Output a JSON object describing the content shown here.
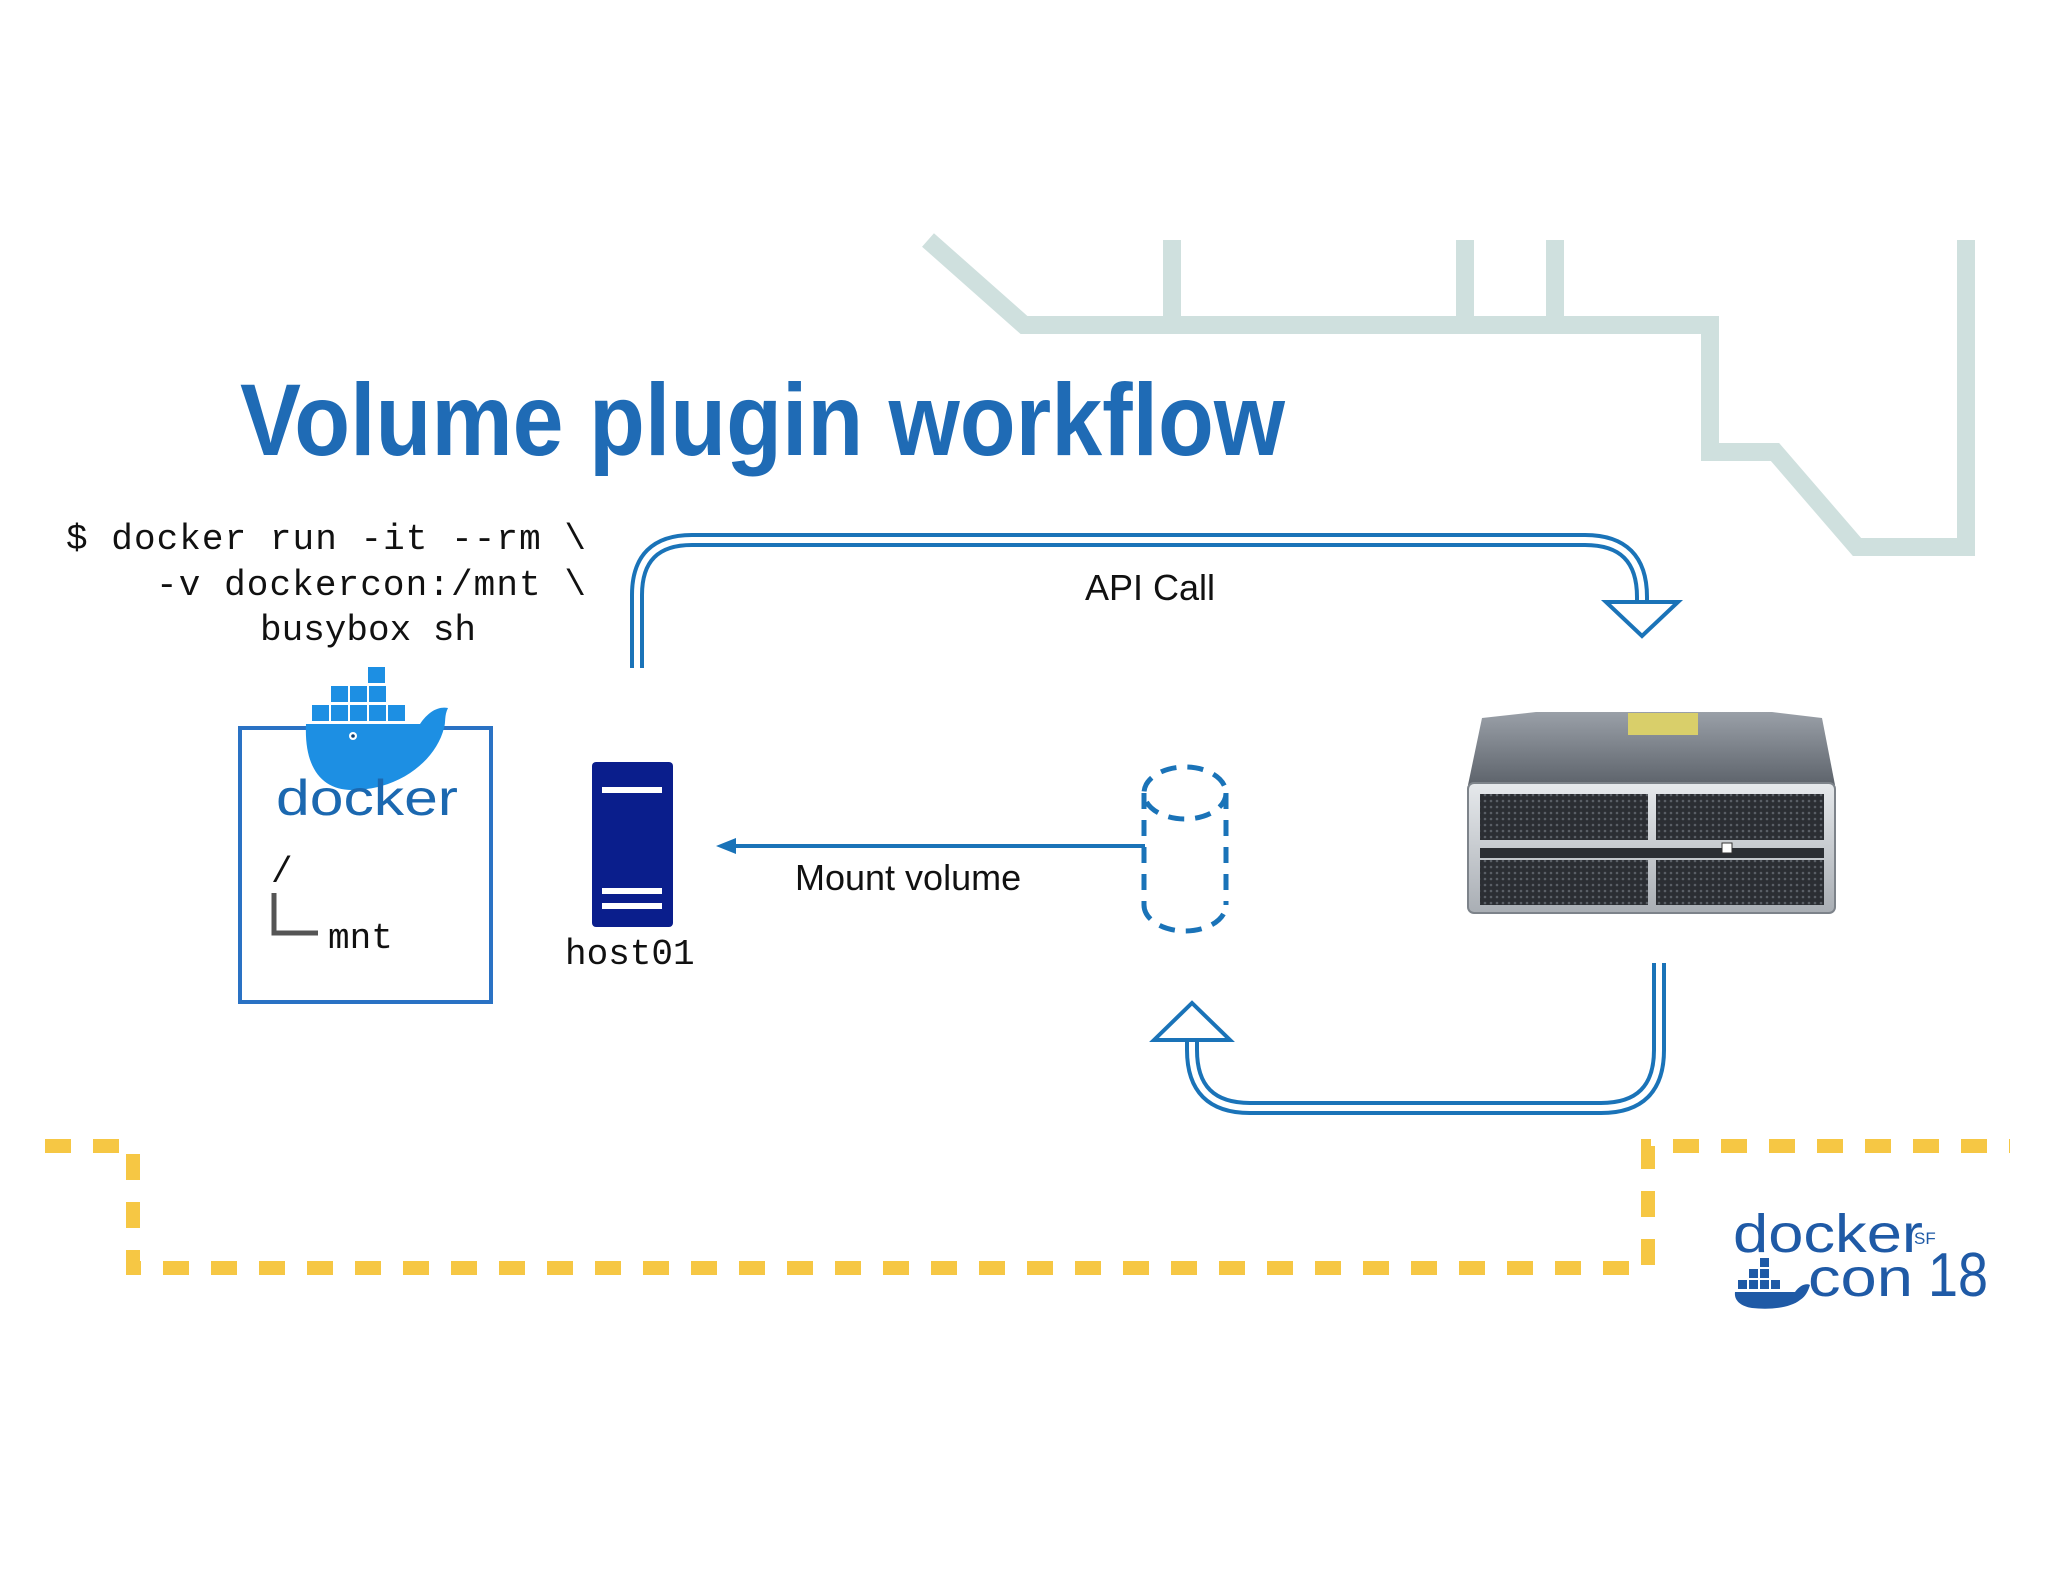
{
  "slide": {
    "title": "Volume plugin workflow",
    "command_lines": [
      "$ docker run -it --rm \\",
      "-v dockercon:/mnt \\",
      "busybox sh"
    ],
    "container": {
      "logo_text": "docker",
      "tree_root": "/",
      "tree_child": "mnt"
    },
    "host_label": "host01",
    "api_call_label": "API Call",
    "mount_volume_label": "Mount volume",
    "event_logo": {
      "line1": "docker",
      "line2": "con",
      "sup": "SF",
      "number": "18"
    }
  },
  "colors": {
    "title": "#1f6bb5",
    "arrow": "#1a73b8",
    "server_navy": "#0a1e8c",
    "docker_blue": "#1d8fe3",
    "dash_yellow": "#f6c744",
    "deco_teal": "#cfe0de",
    "box_border": "#2a72c4"
  },
  "icons": [
    "docker-whale-icon",
    "server-tower-icon",
    "volume-cylinder-icon",
    "storage-array-icon",
    "dockercon-whale-icon"
  ]
}
